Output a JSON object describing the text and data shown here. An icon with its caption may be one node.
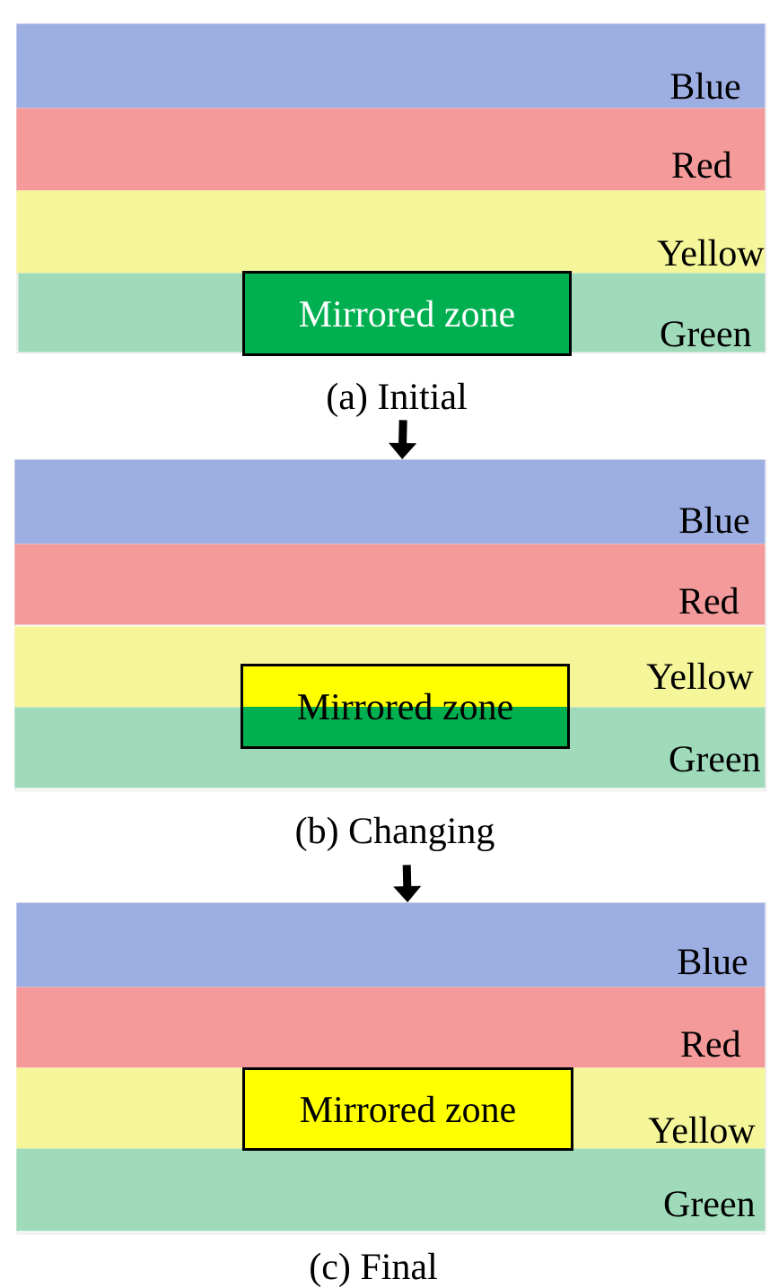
{
  "diagram": {
    "nodes": [
      {
        "text": [],
        "shape": "box",
        "beside": [
          "(a) Initial"
        ]
      },
      {
        "text": [
          "Blue"
        ],
        "in": 0
      },
      {
        "text": [
          "Red"
        ],
        "in": 0
      },
      {
        "text": [
          "Yellow"
        ],
        "in": 0
      },
      {
        "text": [
          "Green"
        ],
        "in": 0
      },
      {
        "text": [
          "Mirrored zone"
        ],
        "in": 4
      },
      {
        "text": [],
        "shape": "box",
        "beside": [
          "(b) Changing"
        ]
      },
      {
        "text": [
          "Blue"
        ],
        "in": 6
      },
      {
        "text": [
          "Red"
        ],
        "in": 6
      },
      {
        "text": [
          "Yellow"
        ],
        "in": 6
      },
      {
        "text": [
          "Green"
        ],
        "in": 6
      },
      {
        "text": [
          "Mirrored zone"
        ],
        "in": 6
      },
      {
        "text": [],
        "shape": "box",
        "beside": [
          "(c) Final"
        ]
      },
      {
        "text": [
          "Blue"
        ],
        "in": 12
      },
      {
        "text": [
          "Red"
        ],
        "in": 12
      },
      {
        "text": [
          "Yellow"
        ],
        "in": 12
      },
      {
        "text": [
          "Green"
        ],
        "in": 12
      },
      {
        "text": [
          "Mirrored zone"
        ],
        "in": 15
      }
    ],
    "edges": [
      {
        "from": 0,
        "to": 6,
        "arrow": "to"
      },
      {
        "from": 6,
        "to": 12,
        "arrow": "to"
      }
    ]
  }
}
